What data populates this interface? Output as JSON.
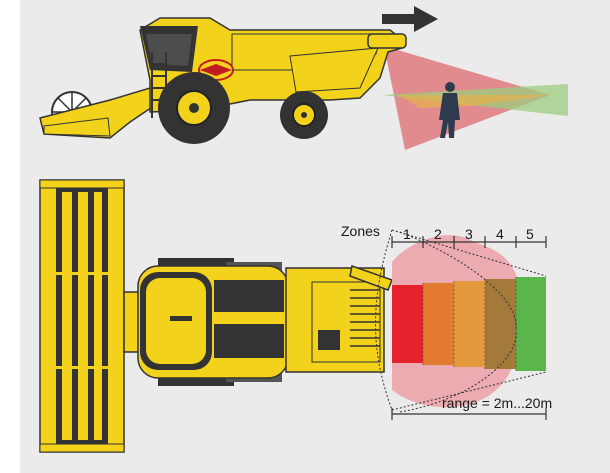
{
  "zones": {
    "heading": "Zones",
    "numbers": [
      "1",
      "2",
      "3",
      "4",
      "5"
    ]
  },
  "range_label": "range = 2m...20m",
  "colors": {
    "background": "#ebebeb",
    "machine_yellow": "#f2d21b",
    "machine_dark": "#333333",
    "zone_red": "#e5212d",
    "zone_orange_1": "#e27a2f",
    "zone_orange_2": "#e49a3c",
    "zone_brown": "#a47a3a",
    "zone_green": "#5ab54a",
    "radar_pink": "#ec9aa3",
    "direction_arrow": "#333333"
  }
}
